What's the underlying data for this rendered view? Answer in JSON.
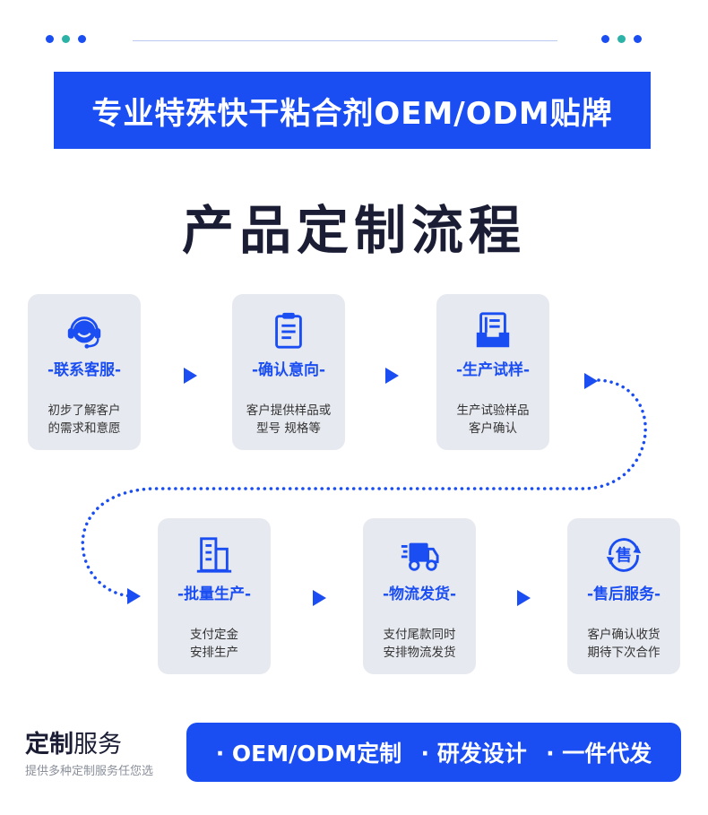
{
  "colors": {
    "accent": "#1a4df2",
    "teal": "#2bb3a8",
    "card_bg": "#e6e9ef",
    "title_dark": "#1b1d35"
  },
  "banner": {
    "text": "专业特殊快干粘合剂OEM/ODM贴牌"
  },
  "page_title": "产品定制流程",
  "steps": [
    {
      "icon": "headset-icon",
      "title": "-联系客服-",
      "desc_line1": "初步了解客户",
      "desc_line2": "的需求和意愿"
    },
    {
      "icon": "clipboard-icon",
      "title": "-确认意向-",
      "desc_line1": "客户提供样品或",
      "desc_line2": "型号 规格等"
    },
    {
      "icon": "document-tray-icon",
      "title": "-生产试样-",
      "desc_line1": "生产试验样品",
      "desc_line2": "客户确认"
    },
    {
      "icon": "building-icon",
      "title": "-批量生产-",
      "desc_line1": "支付定金",
      "desc_line2": "安排生产"
    },
    {
      "icon": "delivery-truck-icon",
      "title": "-物流发货-",
      "desc_line1": "支付尾款同时",
      "desc_line2": "安排物流发货"
    },
    {
      "icon": "sale-service-icon",
      "title": "-售后服务-",
      "desc_line1": "客户确认收货",
      "desc_line2": "期待下次合作"
    }
  ],
  "footer": {
    "title_strong": "定制",
    "title_light": "服务",
    "subtitle": "提供多种定制服务任您选",
    "services": [
      "· OEM/ODM定制",
      "· 研发设计",
      "· 一件代发"
    ]
  }
}
